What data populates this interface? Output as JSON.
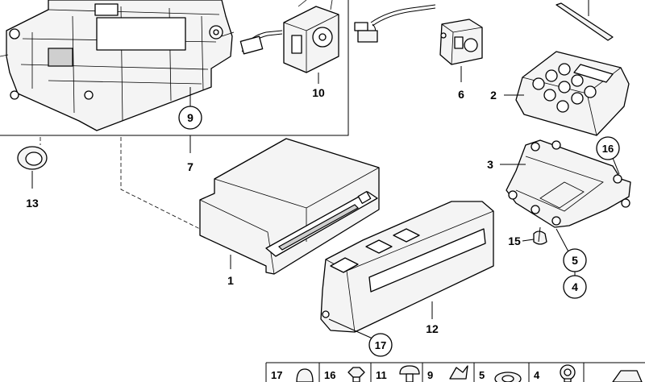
{
  "diagram": {
    "callouts": {
      "c1": "1",
      "c2": "2",
      "c3": "3",
      "c4": "4",
      "c5": "5",
      "c6": "6",
      "c7": "7",
      "c9": "9",
      "c10": "10",
      "c12": "12",
      "c13": "13",
      "c15": "15",
      "c16": "16",
      "c17": "17"
    },
    "legend": [
      {
        "number": "17",
        "icon": "round-head-plug-icon"
      },
      {
        "number": "16",
        "icon": "hex-screw-icon"
      },
      {
        "number": "11",
        "icon": "mushroom-clip-icon"
      },
      {
        "number": "9",
        "icon": "wing-clip-icon"
      },
      {
        "number": "5",
        "icon": "grommet-icon"
      },
      {
        "number": "4",
        "icon": "screw-icon"
      }
    ]
  }
}
